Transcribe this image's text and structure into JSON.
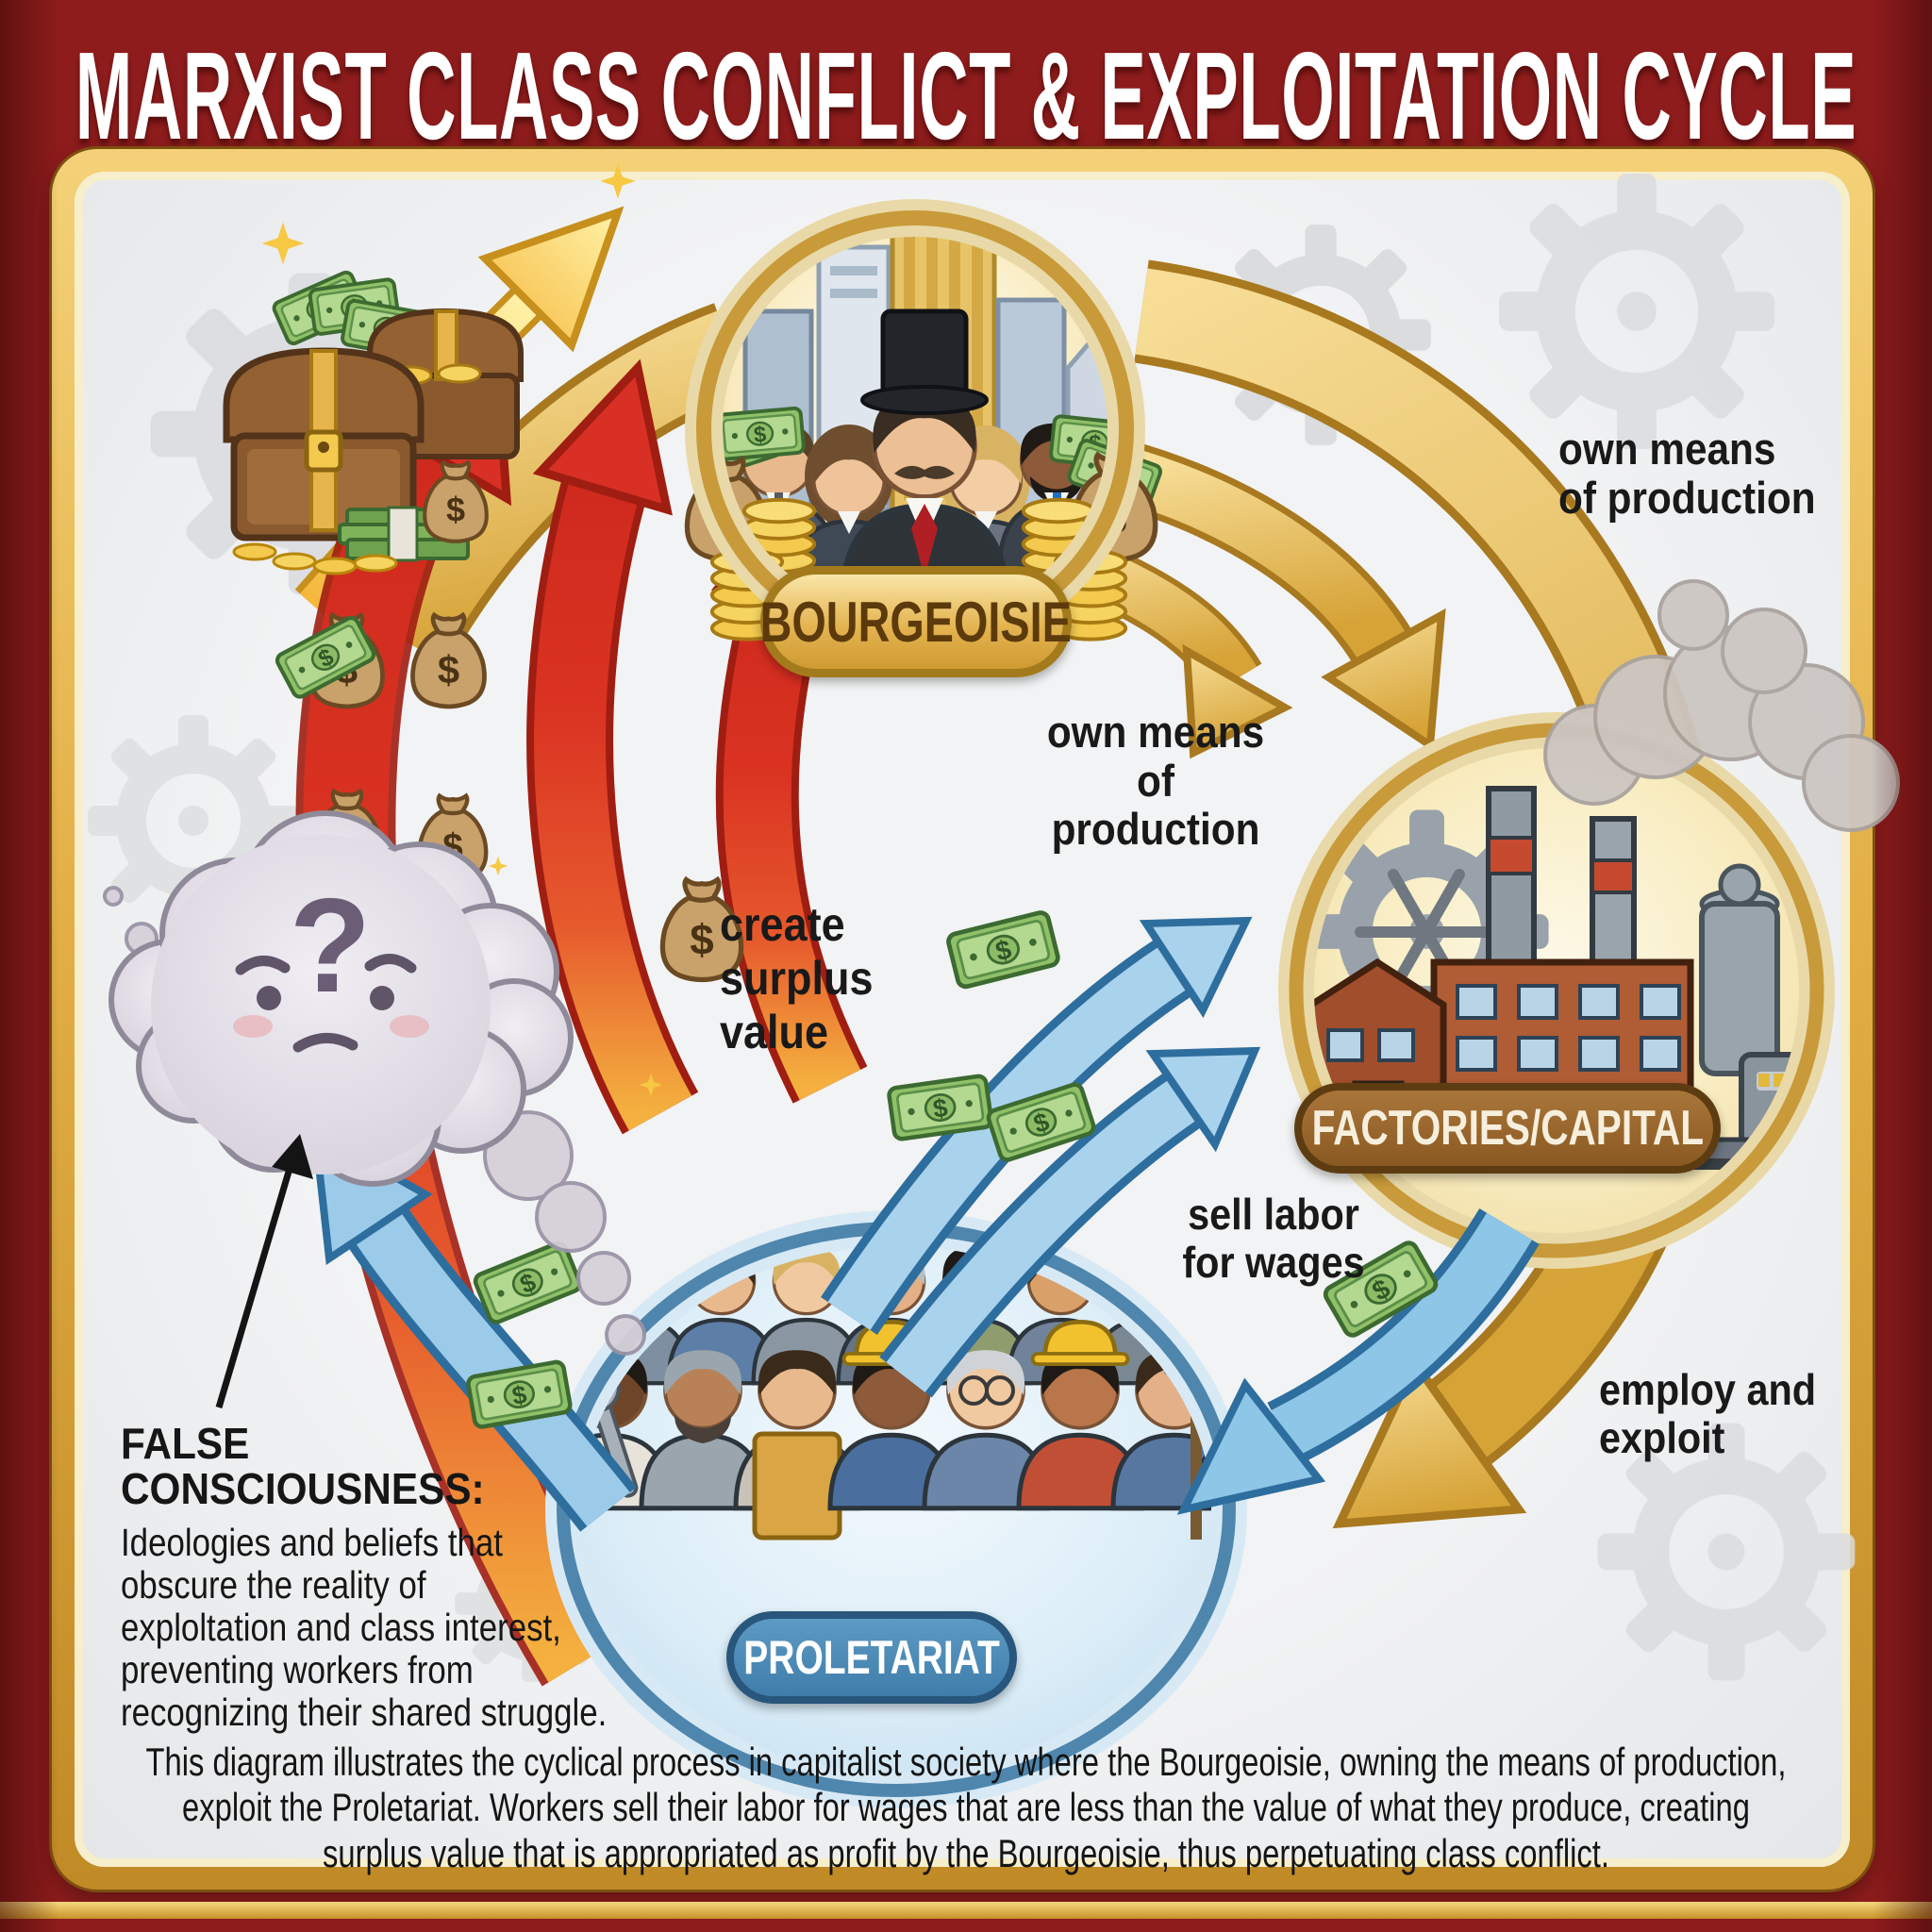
{
  "title": "MARXIST CLASS CONFLICT & EXPLOITATION CYCLE",
  "nodes": {
    "bourgeoisie": {
      "label": "BOURGEOISIE"
    },
    "factories": {
      "label": "FACTORIES/CAPITAL"
    },
    "proletariat": {
      "label": "PROLETARIAT"
    }
  },
  "flow_labels": {
    "own_means_top": "own means\nof production",
    "own_means_center": "own means\nof production",
    "create_surplus_value": "create\nsurplus\nvalue",
    "sell_labor_for_wages": "sell labor\nfor wages",
    "employ_and_exploit": "employ and\nexploit"
  },
  "false_consciousness": {
    "heading": "FALSE\nCONSCIOUSNESS:",
    "body": "Ideologies and beliefs that\nobscure the reality of\nexploltation and class interest,\npreventing workers from\nrecognizing their shared struggle."
  },
  "footer": "This diagram illustrates the cyclical process in capitalist society where the Bourgeoisie, owning the means of production,\nexploit the Proletariat. Workers sell their labor for wages that are less than the value of what they produce, creating\nsurplus value that is appropriated as profit by the Bourgeoisie, thus perpetuating class conflict.",
  "icons": {
    "currency": "$",
    "question_mark": "?"
  },
  "colors": {
    "background_red": "#8e1c1c",
    "frame_gold": "#e2ae45",
    "panel_gray": "#e9ebec",
    "arc_gold": "#e4bb5e",
    "arrow_red": "#d6362a",
    "arrow_blue": "#7db8dd",
    "bourgeoisie_gold": "#e8c878",
    "factories_brown": "#8a5922",
    "proletariat_blue": "#4583b0",
    "money_green": "#90c068",
    "text_dark": "#1d1d1d",
    "title_white": "#ffffff"
  }
}
